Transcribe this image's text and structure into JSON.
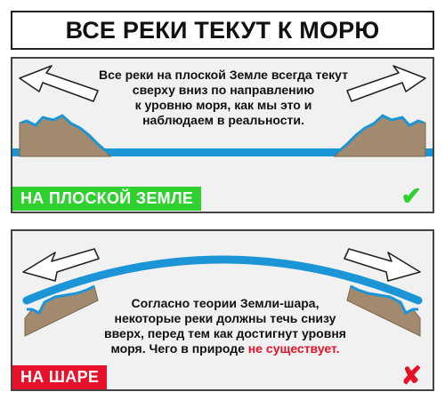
{
  "title": "ВСЕ РЕКИ ТЕКУТ К МОРЮ",
  "flat": {
    "text_lines": [
      "Все реки на плоской Земле всегда текут",
      "сверху вниз по направлению",
      "к уровню моря, как мы это и",
      "наблюдаем в реальности."
    ],
    "label": "НА ПЛОСКОЙ ЗЕМЛЕ",
    "mark": "✔"
  },
  "globe": {
    "text_lines": [
      "Согласно теории Земли-шара,",
      "некоторые реки должны течь снизу",
      "вверх, перед тем как достигнут уровня"
    ],
    "text_last_prefix": "моря. Чего в природе",
    "text_last_emphasis": "не существует.",
    "label": "НА ШАРЕ",
    "mark": "✘"
  },
  "colors": {
    "accent_green": "#2ed12e",
    "accent_red": "#e8112a",
    "water": "#1c95d6",
    "land": "#a18a6d"
  }
}
